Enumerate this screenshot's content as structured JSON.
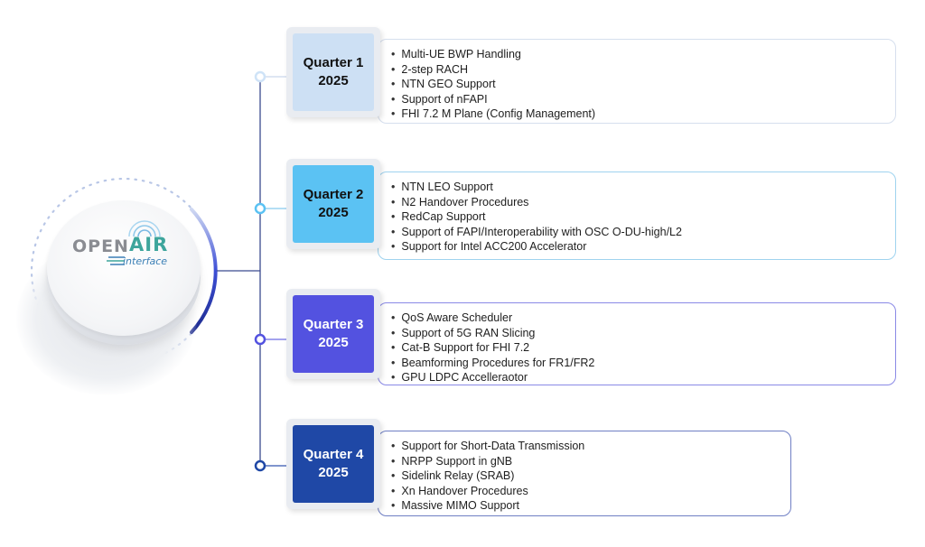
{
  "logo": {
    "word1": "OPEN",
    "word2": "AIR",
    "word3": "interface"
  },
  "quarters": [
    {
      "label": "Quarter 1",
      "year": "2025",
      "color": "#cde0f4",
      "text_color": "#111111",
      "dot_color": "#cfe3f7",
      "border_color": "#d6dfee",
      "features": [
        "Multi-UE BWP Handling",
        "2-step RACH",
        "NTN GEO Support",
        "Support of nFAPI",
        "FHI 7.2 M Plane (Config Management)"
      ]
    },
    {
      "label": "Quarter 2",
      "year": "2025",
      "color": "#5bc2f3",
      "text_color": "#111111",
      "dot_color": "#5bc2f3",
      "border_color": "#9fd3ef",
      "features": [
        "NTN LEO Support",
        "N2 Handover Procedures",
        "RedCap Support",
        "Support of FAPI/Interoperability with OSC O-DU-high/L2",
        "Support for Intel ACC200 Accelerator"
      ]
    },
    {
      "label": "Quarter 3",
      "year": "2025",
      "color": "#5352e0",
      "text_color": "#ffffff",
      "dot_color": "#5352e0",
      "border_color": "#8a89e6",
      "features": [
        "QoS Aware Scheduler",
        "Support of 5G RAN Slicing",
        "Cat-B Support for FHI 7.2",
        "Beamforming Procedures for FR1/FR2",
        "GPU LDPC Accelleraotor"
      ]
    },
    {
      "label": "Quarter 4",
      "year": "2025",
      "color": "#1f48a6",
      "text_color": "#ffffff",
      "dot_color": "#1f48a6",
      "border_color": "#6f7fc4",
      "features": [
        "Support for Short-Data Transmission",
        "NRPP Support in gNB",
        "Sidelink Relay (SRAB)",
        "Xn Handover Procedures",
        "Massive MIMO Support"
      ]
    }
  ]
}
